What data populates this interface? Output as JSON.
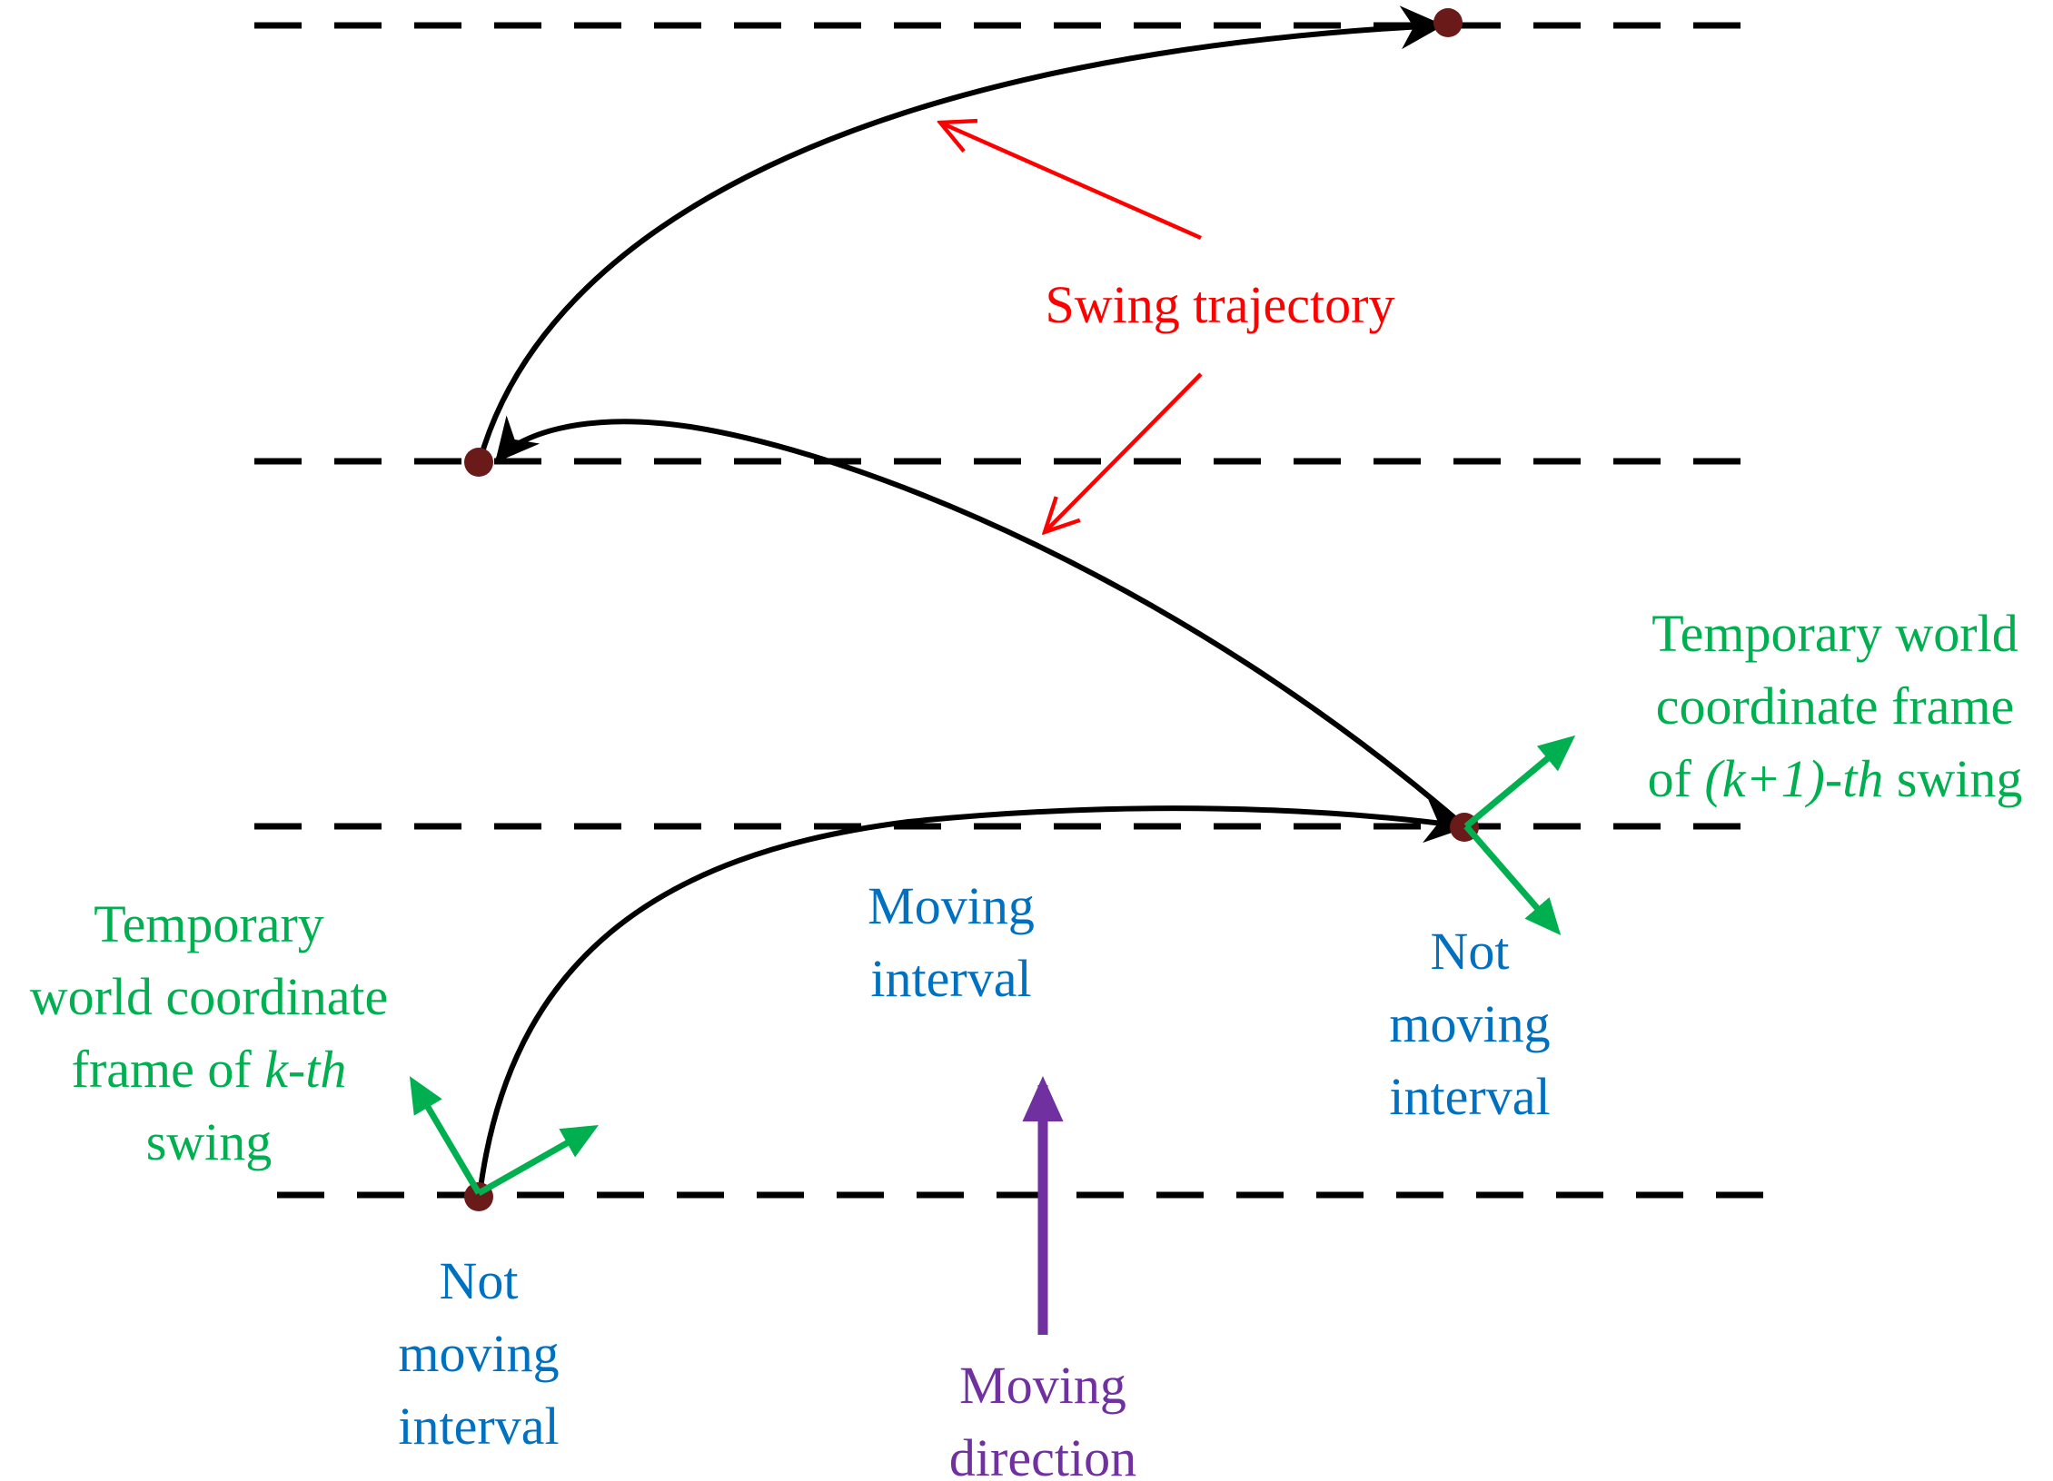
{
  "colors": {
    "background": "#ffffff",
    "line": "#000000",
    "point": "#6b1a1a",
    "swing_label": "#ff0000",
    "frame": "#00b050",
    "interval": "#0070c0",
    "direction": "#7030a0"
  },
  "labels": {
    "swing_trajectory": "Swing trajectory",
    "moving_interval": [
      "Moving",
      "interval"
    ],
    "not_moving_interval": [
      "Not",
      "moving",
      "interval"
    ],
    "moving_direction": [
      "Moving",
      "direction"
    ],
    "frame_k": {
      "line1": "Temporary",
      "line2": "world coordinate",
      "line3_prefix": "frame of ",
      "line3_italic": "k-th",
      "line4": "swing"
    },
    "frame_k1": {
      "line1": "Temporary world",
      "line2": "coordinate frame",
      "line3_prefix": "of ",
      "line3_italic": "(k+1)-th",
      "line3_suffix": " swing"
    }
  }
}
